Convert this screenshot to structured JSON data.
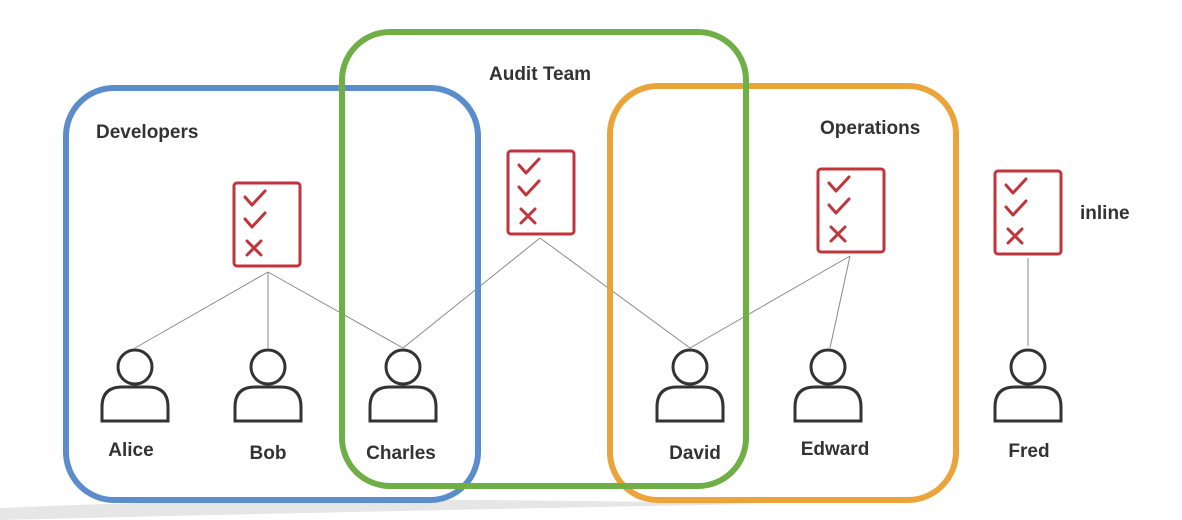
{
  "colors": {
    "developers": "#5B8CCB",
    "audit_team": "#6FAF46",
    "operations": "#EAA43A",
    "policy": "#c0343b",
    "connector": "#8a8a8a",
    "text": "#333333"
  },
  "groups": {
    "developers": "Developers",
    "audit_team": "Audit Team",
    "operations": "Operations"
  },
  "inline_label": "inline",
  "users": {
    "alice": "Alice",
    "bob": "Bob",
    "charles": "Charles",
    "david": "David",
    "edward": "Edward",
    "fred": "Fred"
  },
  "icons": {
    "user": "user-icon",
    "policy": "policy-document-icon"
  }
}
